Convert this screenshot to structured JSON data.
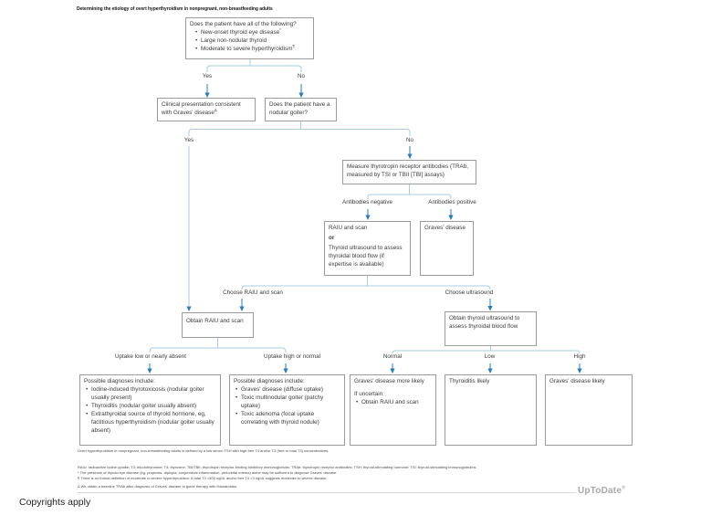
{
  "figure": {
    "title": "Determining the etiology of overt hyperthyroidism in nonpregnant, non-breastfeeding adults",
    "watermark": "UpToDate",
    "watermark_reg": "®",
    "copyright_note": "Copyrights apply"
  },
  "colors": {
    "connector_line": "#a9cce3",
    "arrow": "#2b7bb9",
    "box_border": "#9b9b9b"
  },
  "boxes": {
    "screening": {
      "question": "Does the patient have all of the following?",
      "bullet1": "New-onset thyroid eye disease",
      "bullet1_sup": "*",
      "bullet2": "Large non-nodular thyroid",
      "bullet2_sup": "",
      "bullet3": "Moderate to severe hyperthyroidism",
      "bullet3_sup": "¶"
    },
    "clinical_graves": {
      "text": "Clinical presentation consistent with Graves' disease",
      "sup": "Δ"
    },
    "nodular_goiter": {
      "text": "Does the patient have a nodular goiter?"
    },
    "measure_trab": {
      "text": "Measure thyrotropin receptor antibodies (TRAb, measured by TSI or TBII [TBI] assays)"
    },
    "raiu_or_us": {
      "line1": "RAIU and scan",
      "or": "or",
      "line2": "Thyroid ultrasound to assess thyroidal blood flow (if expertise is available)"
    },
    "graves_positive": {
      "text": "Graves' disease"
    },
    "obtain_raiu": {
      "text": "Obtain RAIU and scan"
    },
    "obtain_us": {
      "text": "Obtain thyroid ultrasound to assess thyroidal blood flow"
    },
    "dx_uptake_low": {
      "header": "Possible diagnoses include:",
      "bullet1": "Iodine-induced thyrotoxicosis (nodular goiter usually present)",
      "bullet2": "Thyroiditis (nodular goiter usually absent)",
      "bullet3": "Extrathyroidal source of thyroid hormone, eg, factitious hyperthyroidism (nodular goiter usually absent)"
    },
    "dx_uptake_high": {
      "header": "Possible diagnoses include:",
      "bullet1": "Graves' disease (diffuse uptake)",
      "bullet2": "Toxic multinodular goiter (patchy uptake)",
      "bullet3": "Toxic adenoma (focal uptake correlating with thyroid nodule)"
    },
    "us_normal": {
      "line1": "Graves' disease more likely",
      "line2": "If uncertain:",
      "bullet1": "Obtain RAIU and scan"
    },
    "us_low": {
      "text": "Thyroiditis likely"
    },
    "us_high": {
      "text": "Graves' disease likely"
    }
  },
  "branch_labels": {
    "yes1": "Yes",
    "no1": "No",
    "yes2": "Yes",
    "no2": "No",
    "antibodies_negative": "Antibodies negative",
    "antibodies_positive": "Antibodies positive",
    "choose_raiu": "Choose RAIU and scan",
    "choose_ultrasound": "Choose ultrasound",
    "uptake_low": "Uptake low or nearly absent",
    "uptake_high": "Uptake high or normal",
    "normal": "Normal",
    "low": "Low",
    "high": "High"
  },
  "footnotes": {
    "definition": "Overt hyperthyroidism in nonpregnant, non-breastfeeding adults is defined by a low serum TSH with high free T4 and/or T3 (free or total T3) concentrations.",
    "abbreviations": "RAIU: radioactive iodine uptake; T3: triiodothyronine; T4: thyroxine; TBI/TBII: thyrotropin receptor-binding inhibitory immunoglobulin; TRAb: thyrotropin receptor antibodies; TSH: thyroid-stimulating hormone; TSI: thyroid-stimulating immunoglobulins.",
    "asterisk": "* The presence of thyroid eye disease (eg, proptosis, diplopia, conjunctival inflammation, periorbital edema) alone may be sufficient to diagnose Graves' disease.",
    "pilcrow": "¶ There is no formal definition of moderate to severe hyperthyroidism. A total T3 >300 ng/dL and/or free T4 >3 ng/dL suggests moderate to severe disease.",
    "delta": "Δ We obtain a baseline TRAb after diagnosis of Graves' disease to guide therapy with thionamides."
  }
}
